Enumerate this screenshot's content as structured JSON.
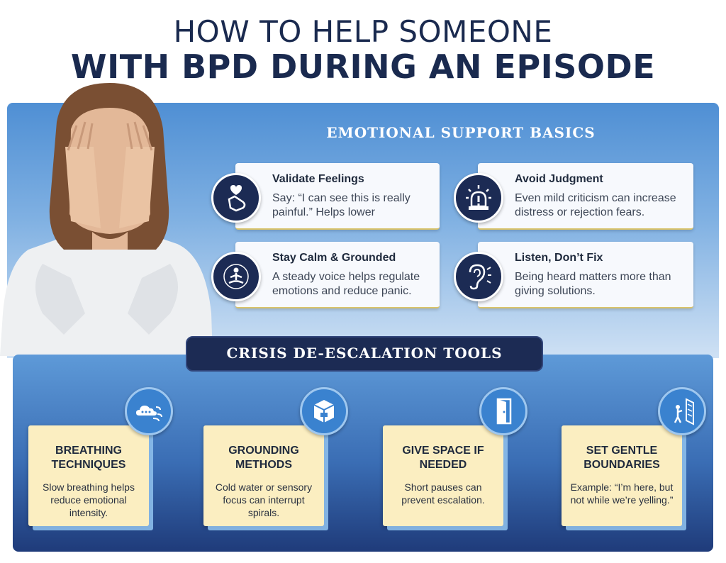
{
  "title": {
    "line1": "HOW TO HELP SOMEONE",
    "line2": "WITH BPD DURING AN EPISODE"
  },
  "support": {
    "heading": "EMOTIONAL SUPPORT BASICS",
    "items": [
      {
        "title": "Validate Feelings",
        "text": "Say: “I can see this is really painful.” Helps lower",
        "icon": "heart-hand-icon"
      },
      {
        "title": "Avoid Judgment",
        "text": "Even mild criticism can increase distress or rejection fears.",
        "icon": "alarm-light-icon"
      },
      {
        "title": "Stay Calm & Grounded",
        "text": "A steady voice helps regulate emotions and reduce panic.",
        "icon": "meditation-icon"
      },
      {
        "title": "Listen, Don’t Fix",
        "text": "Being heard matters more than giving solutions.",
        "icon": "ear-icon"
      }
    ]
  },
  "crisis": {
    "heading": "CRISIS DE-ESCALATION TOOLS",
    "items": [
      {
        "title": "BREATHING TECHNIQUES",
        "text": "Slow breathing helps reduce emotional intensity.",
        "icon": "breath-cloud-icon"
      },
      {
        "title": "GROUNDING METHODS",
        "text": "Cold water or sensory focus can interrupt spirals.",
        "icon": "ice-cube-icon"
      },
      {
        "title": "GIVE SPACE IF NEEDED",
        "text": "Short pauses can prevent escalation.",
        "icon": "open-door-icon"
      },
      {
        "title": "SET GENTLE BOUNDARIES",
        "text": "Example: “I’m here, but not while we’re yelling.”",
        "icon": "boundary-wall-icon"
      }
    ]
  },
  "colors": {
    "navy": "#1c2b54",
    "sky": "#4f8fd4",
    "card_yellow": "#fbeec1"
  }
}
